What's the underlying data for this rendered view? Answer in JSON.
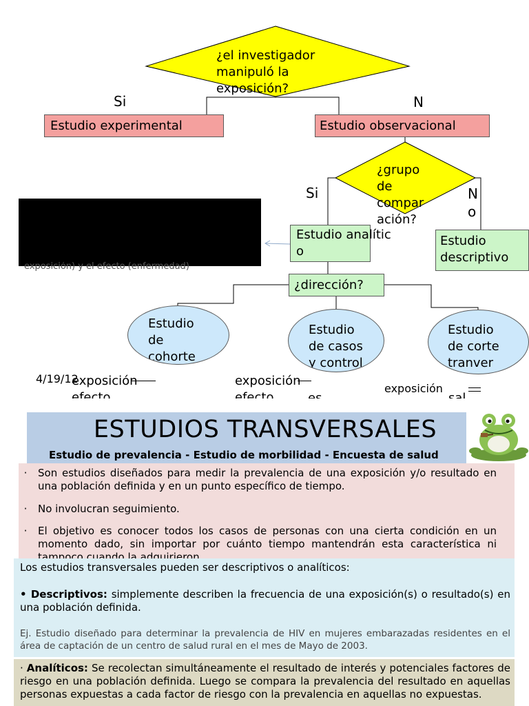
{
  "slide1": {
    "decision_top": "¿el investigador manipuló la exposición?",
    "label_si_1": "Si",
    "label_no_1": "N\no",
    "box_experimental": "Estudio experimental",
    "box_observacional": "Estudio observacional",
    "decision_grupo": "¿grupo de compar ación?",
    "label_si_2": "Si",
    "label_no_2": "N\no",
    "box_analitico": "Estudio analític\no",
    "box_descriptivo": "Estudio descriptivo",
    "box_direccion": "¿dirección?",
    "oval_cohorte": "Estudio de cohorte",
    "oval_casos": "Estudio de casos y control",
    "oval_corte": "Estudio de corte tranver",
    "hidden_note": "exposición) y el efecto (enfermedad)",
    "date": "4/19/12",
    "bottom_cohorte": "exposición efecto",
    "bottom_casos": "exposición efecto",
    "bottom_casos_2": "es",
    "bottom_corte": "exposición",
    "bottom_corte_2": "sal"
  },
  "slide2": {
    "title": "ESTUDIOS TRANSVERSALES",
    "subtitle": "Estudio de prevalencia - Estudio de morbilidad - Encuesta de salud",
    "bullets": [
      "Son estudios diseñados para medir la prevalencia de una exposición y/o resultado en una población definida y en un punto específico de tiempo.",
      "No involucran seguimiento.",
      "El objetivo  es conocer todos los casos de personas con una cierta condición en un momento dado, sin importar por cuánto tiempo mantendrán esta característica ni tampoco cuando la adquirieron."
    ],
    "bullet_symbol": "·",
    "intro": "Los estudios transversales pueden ser descriptivos o analíticos:",
    "desc_label": "• Descriptivos:",
    "desc_text": " simplemente describen la frecuencia de una exposición(s) o resultado(s) en una población definida.",
    "example": "Ej. Estudio diseñado para determinar la prevalencia de HIV en mujeres embarazadas residentes en el área de captación de un centro de salud rural en el mes de Mayo de 2003.",
    "anal_label": "Analíticos:",
    "anal_prefix": "· ",
    "anal_text": " Se recolectan simultáneamente el resultado de interés y potenciales factores de riesgo en una población definida. Luego se compara la prevalencia del resultado en aquellas personas expuestas a cada factor de riesgo con la prevalencia en aquellas no expuestas."
  },
  "colors": {
    "diamond": "#ffff00",
    "pink_box": "#f4a09e",
    "green_box": "#ccf5c8",
    "oval": "#cde8fb",
    "title_bg": "#b9cde5",
    "bullets_bg": "#f2dcdb",
    "desc_bg": "#dbeef4",
    "anal_bg": "#ddd9c3"
  },
  "icons": {
    "frog": "frog-mascot-icon",
    "arrow": "arrow-left-icon"
  }
}
